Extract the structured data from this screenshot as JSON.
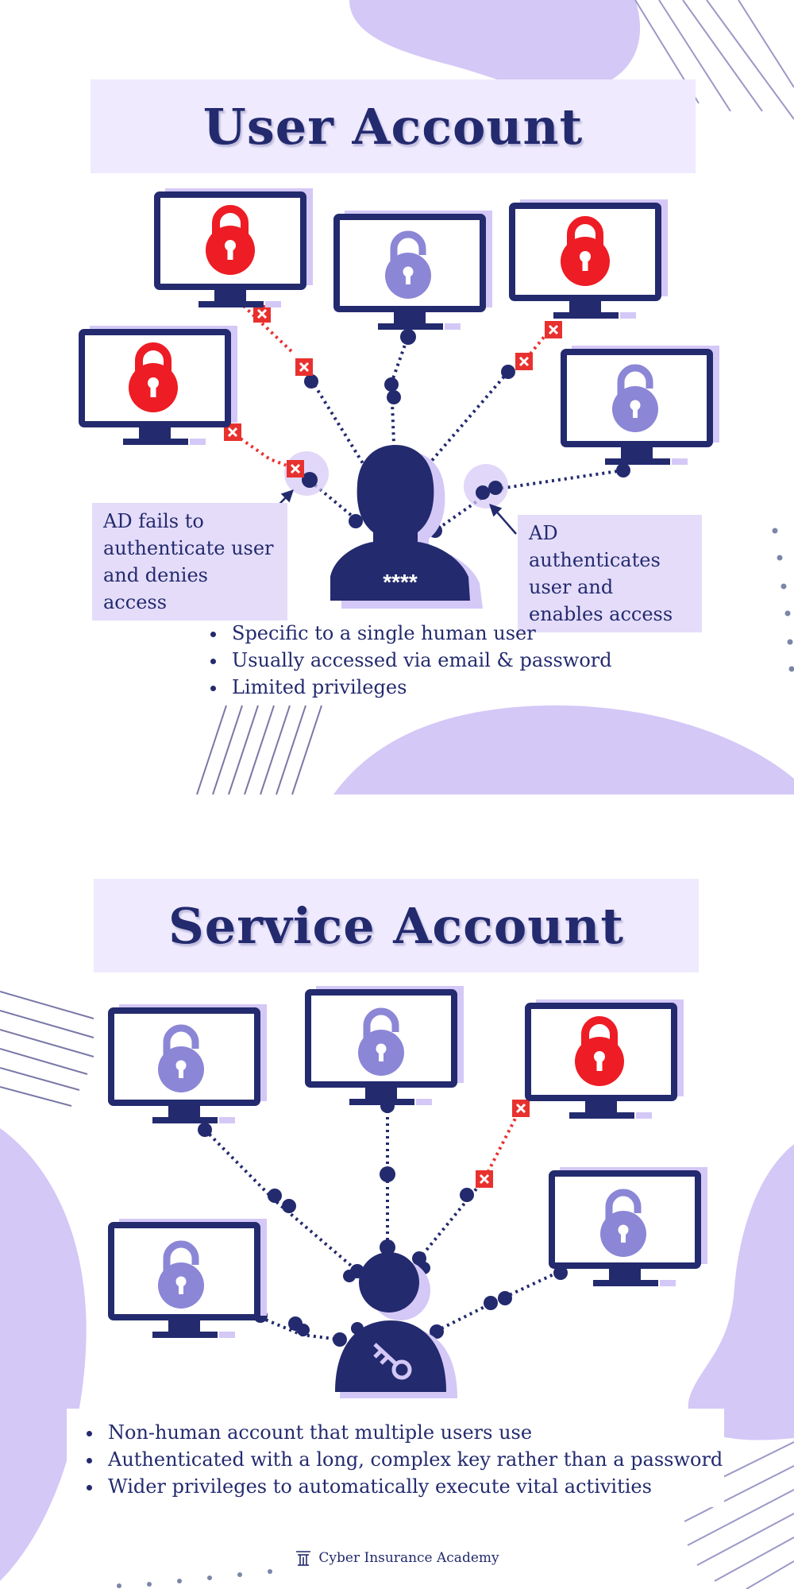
{
  "colors": {
    "navy": "#232a6e",
    "lavender": "#d4c8f7",
    "light_lavender": "#efeafd",
    "lock_red": "#ee1c24",
    "lock_purple": "#8c86d6",
    "deny_red": "#e8312e"
  },
  "user_account": {
    "title": "User Account",
    "person_password": "****",
    "callout_left": "AD fails to authenticate user and denies access",
    "callout_right": "AD authenticates user and enables access",
    "bullets": [
      "Specific to a single human user",
      "Usually accessed via email & password",
      "Limited privileges"
    ],
    "monitors": [
      {
        "lock": "locked",
        "icon": "red-lock-icon"
      },
      {
        "lock": "unlocked",
        "icon": "purple-unlock-icon"
      },
      {
        "lock": "locked",
        "icon": "red-lock-icon"
      },
      {
        "lock": "locked",
        "icon": "red-lock-icon"
      },
      {
        "lock": "unlocked",
        "icon": "purple-unlock-icon"
      }
    ]
  },
  "service_account": {
    "title": "Service Account",
    "person_icon": "key-icon",
    "bullets": [
      "Non-human account that multiple users use",
      "Authenticated with a long, complex key rather than a password",
      "Wider privileges to automatically execute vital activities"
    ],
    "monitors": [
      {
        "lock": "unlocked",
        "icon": "purple-unlock-icon"
      },
      {
        "lock": "unlocked",
        "icon": "purple-unlock-icon"
      },
      {
        "lock": "locked",
        "icon": "red-lock-icon"
      },
      {
        "lock": "unlocked",
        "icon": "purple-unlock-icon"
      },
      {
        "lock": "unlocked",
        "icon": "purple-unlock-icon"
      }
    ]
  },
  "footer": {
    "brand": "Cyber Insurance Academy",
    "logo_icon": "academy-logo-icon"
  }
}
